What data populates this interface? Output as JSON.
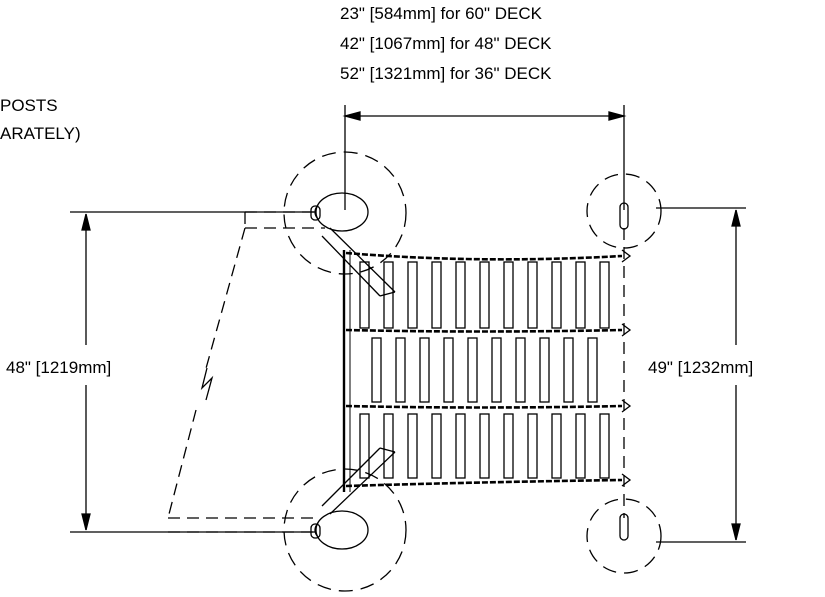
{
  "dimensions": {
    "top_lines": [
      "23\" [584mm] for 60\" DECK",
      "42\" [1067mm] for 48\" DECK",
      "52\" [1321mm] for 36\" DECK"
    ],
    "left_dimension": "48\" [1219mm]",
    "right_dimension": "49\" [1232mm]"
  },
  "notes": {
    "line1": "POSTS",
    "line2": "ARATELY)"
  }
}
